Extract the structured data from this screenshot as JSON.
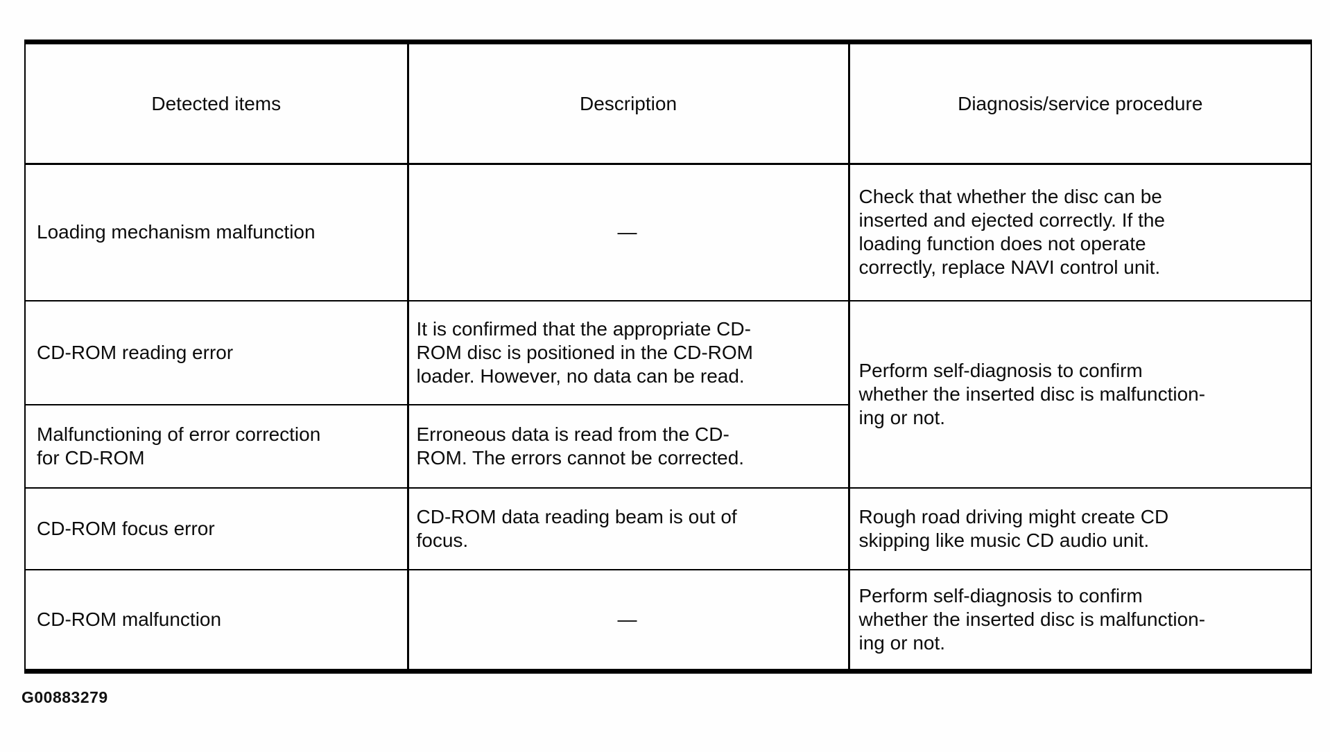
{
  "caption": "G00883279",
  "table": {
    "headers": [
      "Detected items",
      "Description",
      "Diagnosis/service procedure"
    ],
    "rows": [
      {
        "detected": "Loading mechanism malfunction",
        "description": "—",
        "diagnosis": "Check that whether the disc can be\ninserted and ejected correctly. If the\nloading function does not operate\ncorrectly, replace NAVI control unit."
      },
      {
        "detected": "CD-ROM reading error",
        "description": "It is confirmed that the appropriate CD-\nROM disc is positioned in the CD-ROM\nloader. However, no data can be read.",
        "diagnosis": "Perform self-diagnosis to confirm\nwhether the inserted disc is malfunction-\ning or not."
      },
      {
        "detected": "Malfunctioning of error correction\nfor CD-ROM",
        "description": "Erroneous data is read from the CD-\nROM. The errors cannot be corrected."
      },
      {
        "detected": "CD-ROM focus error",
        "description": "CD-ROM data reading beam is out of\nfocus.",
        "diagnosis": "Rough road driving might create CD\nskipping like music CD audio unit."
      },
      {
        "detected": "CD-ROM malfunction",
        "description": "—",
        "diagnosis": "Perform self-diagnosis to confirm\nwhether the inserted disc is malfunction-\ning or not."
      }
    ]
  }
}
